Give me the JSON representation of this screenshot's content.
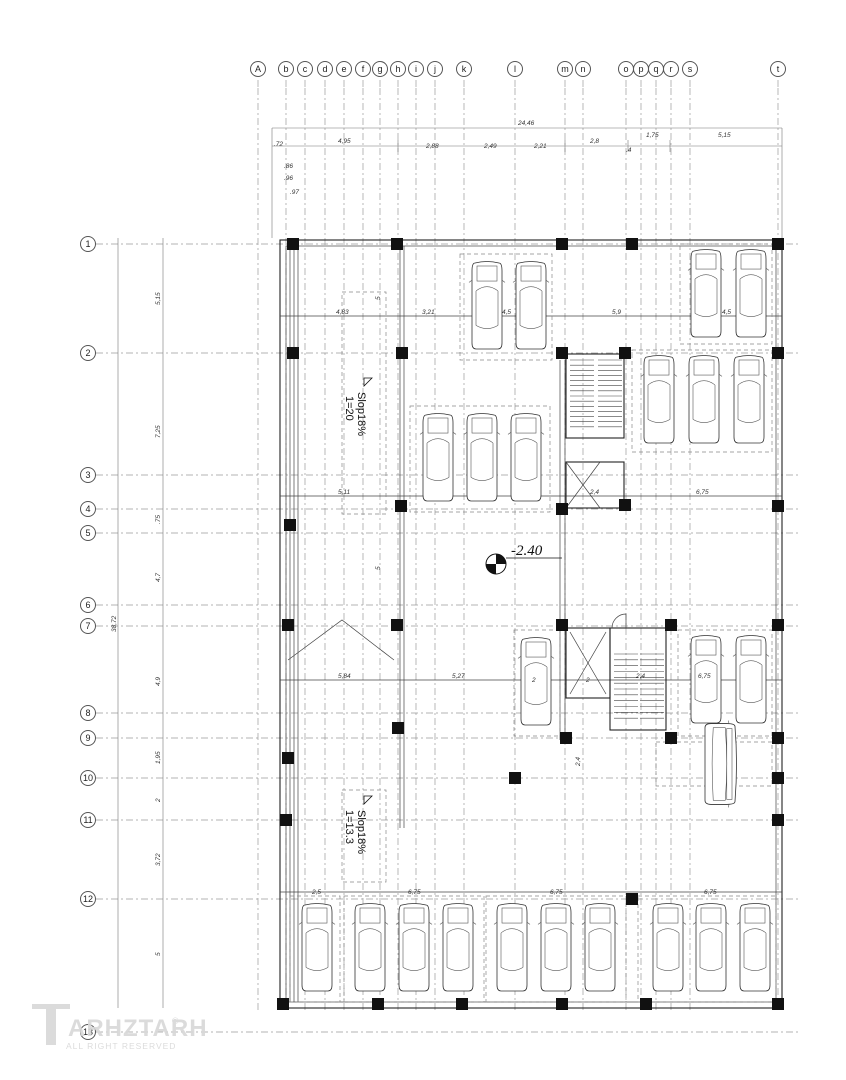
{
  "grid_columns": [
    "A",
    "b",
    "c",
    "d",
    "e",
    "f",
    "g",
    "h",
    "i",
    "j",
    "k",
    "l",
    "m",
    "n",
    "o",
    "p",
    "q",
    "r",
    "s",
    "t"
  ],
  "grid_rows": [
    "1",
    "2",
    "3",
    "4",
    "5",
    "6",
    "7",
    "8",
    "9",
    "10",
    "11",
    "12",
    "13"
  ],
  "level_mark": "-2.40",
  "ramp_labels": [
    {
      "slope": "Slop18%",
      "ratio": "1=20"
    },
    {
      "slope": "Slop18%",
      "ratio": "1=13.3"
    }
  ],
  "top_dimensions": {
    "overall": "24,46",
    "upper": [
      "4,95",
      "2,8",
      "1,75",
      "5,15"
    ],
    "lower": [
      "2,88",
      "2,49",
      "2,21"
    ],
    "small": [
      ".72",
      ".4",
      ".86",
      ".96",
      ".97"
    ]
  },
  "left_dimensions": [
    "5,15",
    "7,25",
    ".75",
    "4,7",
    "4,9",
    "1,95",
    "2",
    "3,72",
    "5",
    "38,72"
  ],
  "interior_dimensions": [
    "4,83",
    "3,21",
    "4,5",
    "5,9",
    "4,5",
    "5,11",
    "2,4",
    "6,75",
    "5,84",
    "5,27",
    "2,4",
    "6,75",
    "2,5",
    "6,75",
    "6,75",
    "6,75",
    "5",
    "5",
    "2,4",
    "2",
    "2"
  ],
  "watermark": {
    "brand": "ARHZTARH",
    "tagline": "ALL RIGHT RESERVED",
    "mark": "®"
  }
}
